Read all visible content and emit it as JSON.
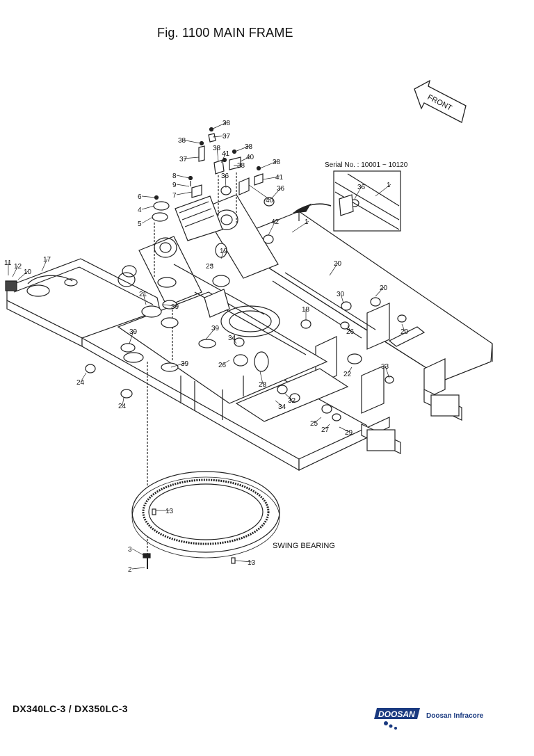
{
  "title": "Fig. 1100 MAIN FRAME",
  "front_label": "FRONT",
  "serial_label": "Serial No. : 10001 ~ 10120",
  "swing_bearing_label": "SWING BEARING",
  "footer_model": "DX340LC-3 / DX350LC-3",
  "brand": {
    "name": "DOOSAN",
    "sub": "Doosan Infracore",
    "color": "#1a3a80"
  },
  "callouts": [
    {
      "id": "c-38a",
      "label": "38"
    },
    {
      "id": "c-37a",
      "label": "37"
    },
    {
      "id": "c-38b",
      "label": "38"
    },
    {
      "id": "c-37b",
      "label": "37"
    },
    {
      "id": "c-38c",
      "label": "38"
    },
    {
      "id": "c-41a",
      "label": "41"
    },
    {
      "id": "c-38d",
      "label": "38"
    },
    {
      "id": "c-40a",
      "label": "40"
    },
    {
      "id": "c-38e",
      "label": "38"
    },
    {
      "id": "c-38f",
      "label": "38"
    },
    {
      "id": "c-8",
      "label": "8"
    },
    {
      "id": "c-9",
      "label": "9"
    },
    {
      "id": "c-36a",
      "label": "36"
    },
    {
      "id": "c-41b",
      "label": "41"
    },
    {
      "id": "c-7",
      "label": "7"
    },
    {
      "id": "c-6",
      "label": "6"
    },
    {
      "id": "c-40b",
      "label": "40"
    },
    {
      "id": "c-36b",
      "label": "36"
    },
    {
      "id": "c-4",
      "label": "4"
    },
    {
      "id": "c-5",
      "label": "5"
    },
    {
      "id": "c-42",
      "label": "42"
    },
    {
      "id": "c-1a",
      "label": "1"
    },
    {
      "id": "c-36c",
      "label": "36"
    },
    {
      "id": "c-1b",
      "label": "1"
    },
    {
      "id": "c-19",
      "label": "19"
    },
    {
      "id": "c-23",
      "label": "23"
    },
    {
      "id": "c-17",
      "label": "17"
    },
    {
      "id": "c-11",
      "label": "11"
    },
    {
      "id": "c-12",
      "label": "12"
    },
    {
      "id": "c-10",
      "label": "10"
    },
    {
      "id": "c-20a",
      "label": "20"
    },
    {
      "id": "c-20b",
      "label": "20"
    },
    {
      "id": "c-21",
      "label": "21"
    },
    {
      "id": "c-39a",
      "label": "39"
    },
    {
      "id": "c-30",
      "label": "30"
    },
    {
      "id": "c-18",
      "label": "18"
    },
    {
      "id": "c-26a",
      "label": "26"
    },
    {
      "id": "c-20c",
      "label": "20"
    },
    {
      "id": "c-39b",
      "label": "39"
    },
    {
      "id": "c-39c",
      "label": "39"
    },
    {
      "id": "c-34a",
      "label": "34"
    },
    {
      "id": "c-26b",
      "label": "26"
    },
    {
      "id": "c-39d",
      "label": "39"
    },
    {
      "id": "c-22",
      "label": "22"
    },
    {
      "id": "c-33",
      "label": "33"
    },
    {
      "id": "c-24a",
      "label": "24"
    },
    {
      "id": "c-28",
      "label": "28"
    },
    {
      "id": "c-32",
      "label": "32"
    },
    {
      "id": "c-34b",
      "label": "34"
    },
    {
      "id": "c-24b",
      "label": "24"
    },
    {
      "id": "c-25",
      "label": "25"
    },
    {
      "id": "c-27",
      "label": "27"
    },
    {
      "id": "c-29",
      "label": "29"
    },
    {
      "id": "c-13a",
      "label": "13"
    },
    {
      "id": "c-3",
      "label": "3"
    },
    {
      "id": "c-2",
      "label": "2"
    },
    {
      "id": "c-13b",
      "label": "13"
    }
  ]
}
